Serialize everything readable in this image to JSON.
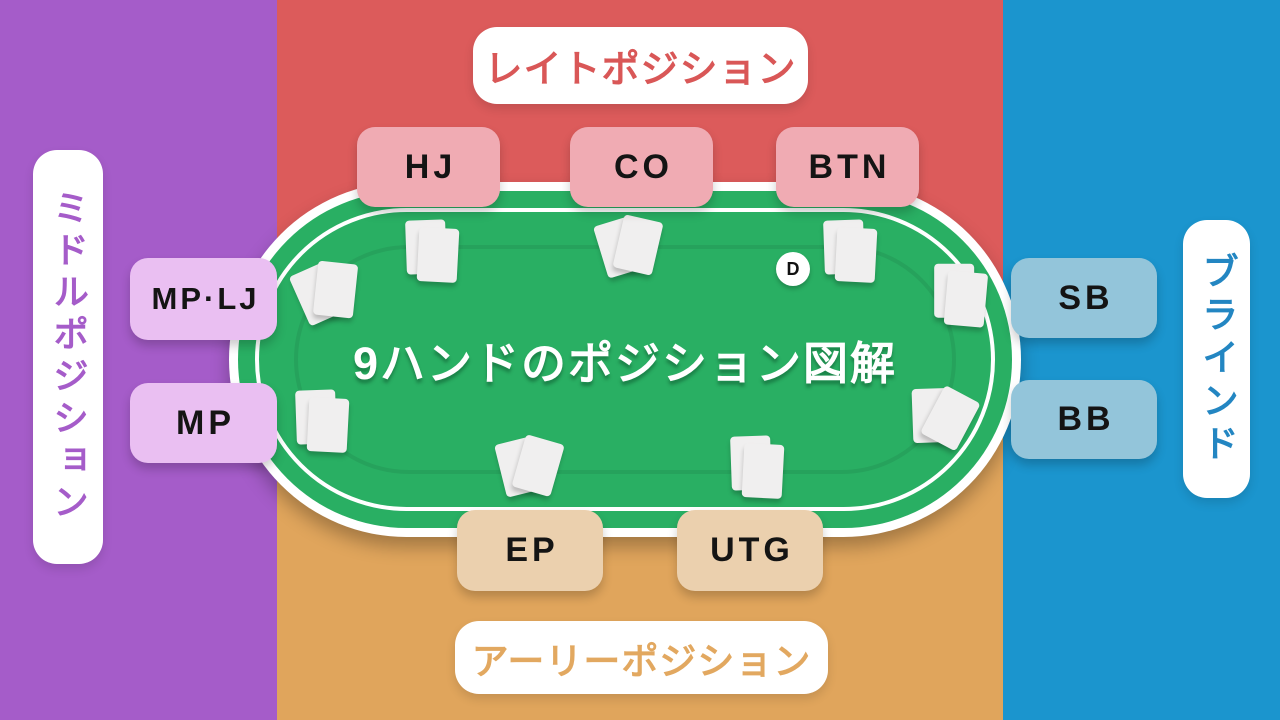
{
  "table": {
    "title": "9ハンドのポジション図解",
    "felt_color": "#29AF63"
  },
  "regions": {
    "late": {
      "label": "レイトポジション",
      "bg_color": "#DC5B5B",
      "label_text_color": "#D95757"
    },
    "middle": {
      "label": "ミドルポジション",
      "bg_color": "#A55CC9",
      "label_text_color": "#A55CC9"
    },
    "early": {
      "label": "アーリーポジション",
      "bg_color": "#E0A55C",
      "label_text_color": "#E2A860"
    },
    "blinds": {
      "label": "ブラインド",
      "bg_color": "#1B95CE",
      "label_text_color": "#2386C2"
    }
  },
  "seats": {
    "hj": {
      "label": "HJ",
      "group": "late",
      "bg_color": "#F0ABB3"
    },
    "co": {
      "label": "CO",
      "group": "late",
      "bg_color": "#F0ABB3"
    },
    "btn": {
      "label": "BTN",
      "group": "late",
      "bg_color": "#F0ABB3"
    },
    "mp_lj": {
      "label": "MP·LJ",
      "group": "middle",
      "bg_color": "#EABFF2"
    },
    "mp": {
      "label": "MP",
      "group": "middle",
      "bg_color": "#EABFF2"
    },
    "sb": {
      "label": "SB",
      "group": "blinds",
      "bg_color": "#93C5DA"
    },
    "bb": {
      "label": "BB",
      "group": "blinds",
      "bg_color": "#93C5DA"
    },
    "ep": {
      "label": "EP",
      "group": "early",
      "bg_color": "#EBD0AE"
    },
    "utg": {
      "label": "UTG",
      "group": "early",
      "bg_color": "#EBD0AE"
    }
  },
  "dealer_button": {
    "label": "D"
  },
  "icons": {
    "hole_cards": "two-playing-cards-icon"
  }
}
